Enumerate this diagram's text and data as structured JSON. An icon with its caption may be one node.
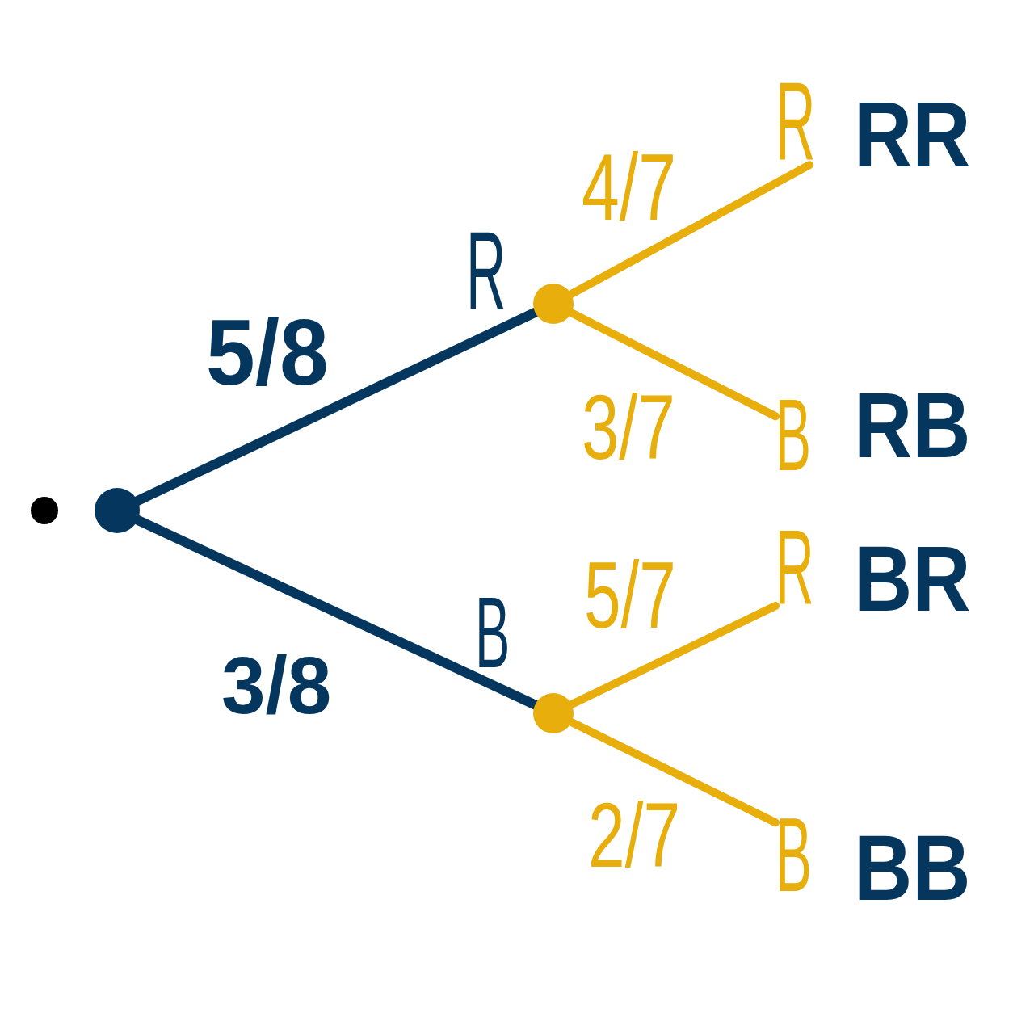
{
  "diagram": {
    "nodes": [
      {
        "text": [],
        "shape": "circle"
      },
      {
        "text": [],
        "shape": "circle"
      },
      {
        "text": [],
        "shape": "circle",
        "beside": [
          "R"
        ]
      },
      {
        "text": [],
        "shape": "circle",
        "beside": [
          "B"
        ]
      },
      {
        "text": [
          "R"
        ],
        "beside": [
          "RR"
        ]
      },
      {
        "text": [
          "B"
        ],
        "beside": [
          "RB"
        ]
      },
      {
        "text": [
          "R"
        ],
        "beside": [
          "BR"
        ]
      },
      {
        "text": [
          "B"
        ],
        "beside": [
          "BB"
        ]
      }
    ],
    "edges": [
      {
        "from": 1,
        "to": 2,
        "arrow": "none",
        "label": "5/8",
        "color": "#04365e"
      },
      {
        "from": 1,
        "to": 3,
        "arrow": "none",
        "label": "3/8",
        "color": "#04365e"
      },
      {
        "from": 2,
        "to": 4,
        "arrow": "none",
        "label": "4/7"
      },
      {
        "from": 2,
        "to": 5,
        "arrow": "none",
        "label": "3/7"
      },
      {
        "from": 3,
        "to": 6,
        "arrow": "none",
        "label": "5/7"
      },
      {
        "from": 3,
        "to": 7,
        "arrow": "none",
        "label": "2/7"
      }
    ]
  }
}
